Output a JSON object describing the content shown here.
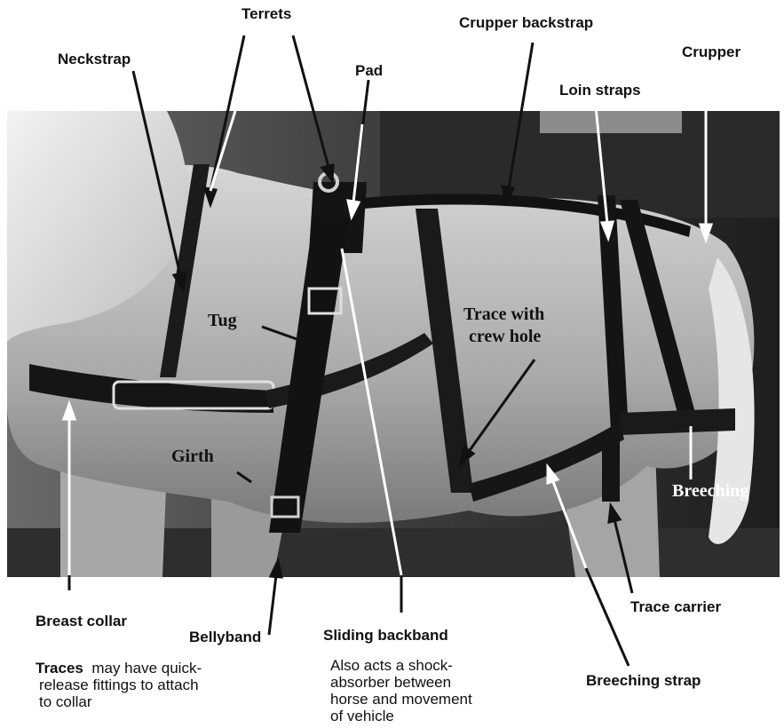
{
  "labels": {
    "terrets": "Terrets",
    "crupper_backstrap": "Crupper backstrap",
    "neckstrap": "Neckstrap",
    "crupper": "Crupper",
    "pad": "Pad",
    "loin_straps": "Loin straps",
    "tug": "Tug",
    "trace_line1": "Trace with",
    "trace_line2": "crew hole",
    "girth": "Girth",
    "breeching": "Breeching",
    "breast_collar": "Breast collar",
    "trace_carrier": "Trace carrier",
    "bellyband": "Bellyband",
    "sliding_backband": "Sliding backband",
    "breeching_strap": "Breeching strap"
  },
  "notes": {
    "traces_bold": "Traces",
    "traces_rest": "may have quick-",
    "traces_line2": "release fittings to attach",
    "traces_line3": "to collar",
    "backband_line1": "Also acts a shock-",
    "backband_line2": "absorber between",
    "backband_line3": "horse and movement",
    "backband_line4": "of vehicle"
  },
  "colors": {
    "background": "#ffffff",
    "label_text": "#111111",
    "photo_label_light": "#ffffff",
    "arrow_dark": "#111111",
    "arrow_light": "#ffffff"
  }
}
